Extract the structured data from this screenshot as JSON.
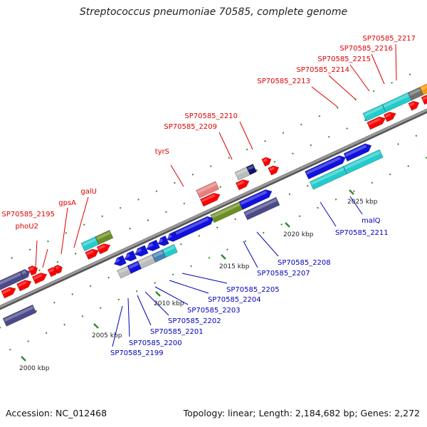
{
  "title": "Streptococcus pneumoniae 70585, complete genome",
  "footer": {
    "accession": "Accession: NC_012468",
    "topology": "Topology: linear; Length: 2,184,682 bp; Genes: 2,272"
  },
  "colors": {
    "backbone": "#9a9a9a",
    "tick": "#2e8b2e",
    "upper_label": "#dd0000",
    "lower_label": "#0000bb",
    "cds_red": "#ff0000",
    "cds_blue": "#1111dd",
    "dark_purple": "#4a4a8a",
    "cyan": "#22cccc",
    "olive": "#6b8e23",
    "steel": "#4682b4",
    "pink": "#e88080",
    "gray": "#bbbbbb",
    "navy": "#101070",
    "orange": "#ff9900",
    "dark_gray": "#707070"
  },
  "axis_ticks": [
    {
      "label": "2000 kbp",
      "kbp": 2000
    },
    {
      "label": "2005 kbp",
      "kbp": 2005
    },
    {
      "label": "2010 kbp",
      "kbp": 2010
    },
    {
      "label": "2015 kbp",
      "kbp": 2015
    },
    {
      "label": "2020 kbp",
      "kbp": 2020
    },
    {
      "label": "2025 kbp",
      "kbp": 2025
    }
  ],
  "upper_labels": [
    "SP70585_2195",
    "phoU2",
    "gpsA",
    "galU",
    "tyrS",
    "SP70585_2209",
    "SP70585_2210",
    "SP70585_2213",
    "SP70585_2214",
    "SP70585_2215",
    "SP70585_2216",
    "SP70585_2217"
  ],
  "lower_labels": [
    "SP70585_2199",
    "SP70585_2200",
    "SP70585_2201",
    "SP70585_2202",
    "SP70585_2203",
    "SP70585_2204",
    "SP70585_2205",
    "SP70585_2207",
    "SP70585_2208",
    "SP70585_2211",
    "malQ"
  ]
}
